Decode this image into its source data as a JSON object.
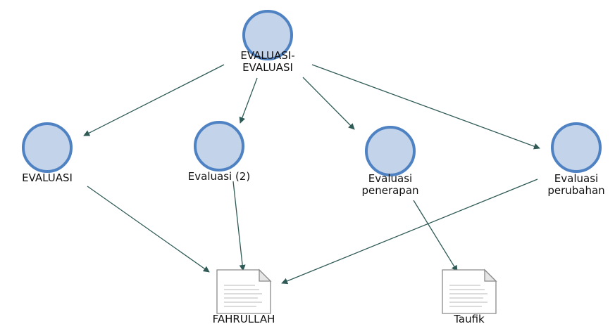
{
  "diagram": {
    "nodes": [
      {
        "id": "evaluasi-evaluasi",
        "kind": "topic",
        "label_lines": [
          "EVALUASI-",
          "EVALUASI"
        ]
      },
      {
        "id": "evaluasi",
        "kind": "topic",
        "label_lines": [
          "EVALUASI"
        ]
      },
      {
        "id": "evaluasi-2",
        "kind": "topic",
        "label_lines": [
          "Evaluasi (2)"
        ]
      },
      {
        "id": "evaluasi-penerapan",
        "kind": "topic",
        "label_lines": [
          "Evaluasi",
          "penerapan"
        ]
      },
      {
        "id": "evaluasi-perubahan",
        "kind": "topic",
        "label_lines": [
          "Evaluasi",
          "perubahan"
        ]
      },
      {
        "id": "fahrullah",
        "kind": "document",
        "label_lines": [
          "FAHRULLAH"
        ]
      },
      {
        "id": "taufik",
        "kind": "document",
        "label_lines": [
          "Taufik"
        ]
      }
    ],
    "edges": [
      {
        "from": "evaluasi-evaluasi",
        "to": "evaluasi"
      },
      {
        "from": "evaluasi-evaluasi",
        "to": "evaluasi-2"
      },
      {
        "from": "evaluasi-evaluasi",
        "to": "evaluasi-penerapan"
      },
      {
        "from": "evaluasi-evaluasi",
        "to": "evaluasi-perubahan"
      },
      {
        "from": "evaluasi",
        "to": "fahrullah"
      },
      {
        "from": "evaluasi-2",
        "to": "fahrullah"
      },
      {
        "from": "evaluasi-perubahan",
        "to": "fahrullah"
      },
      {
        "from": "evaluasi-penerapan",
        "to": "taufik"
      }
    ],
    "colors": {
      "node_fill": "#c3d3ea",
      "node_stroke": "#4f82c2",
      "edge": "#2f5a56",
      "document_outline": "#8a8a8a"
    }
  }
}
